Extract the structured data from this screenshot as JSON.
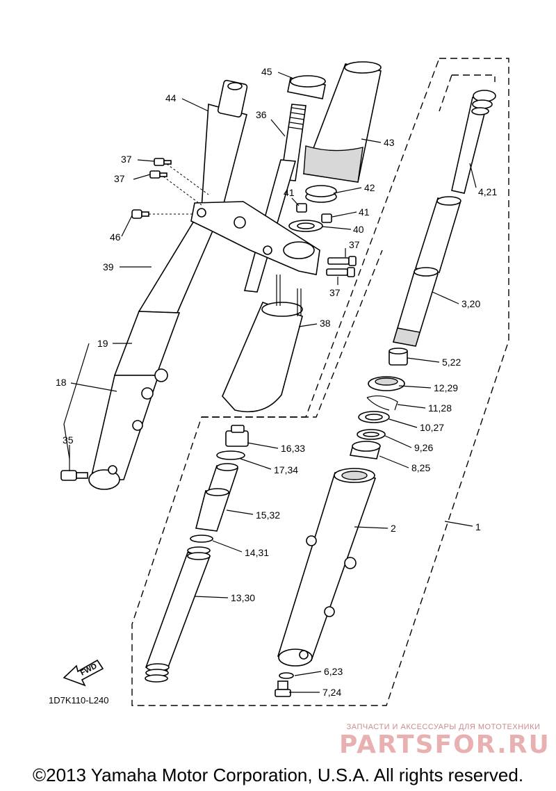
{
  "diagram_code": "1D7K110-L240",
  "fwd_label": "FWD",
  "copyright": "©2013 Yamaha Motor Corporation, U.S.A. All rights reserved.",
  "watermark": {
    "subtitle": "ЗАПЧАСТИ И АКСЕССУАРЫ ДЛЯ МОТОТЕХНИКИ",
    "brand": "PARTSFOR.RU"
  },
  "callouts": {
    "c45": "45",
    "c44": "44",
    "c36": "36",
    "c43": "43",
    "c37a": "37",
    "c37b": "37",
    "c37c": "37",
    "c37d": "37",
    "c41a": "41",
    "c41b": "41",
    "c42": "42",
    "c40": "40",
    "c46": "46",
    "c39": "39",
    "c38": "38",
    "c19": "19",
    "c18": "18",
    "c35": "35",
    "c4_21": "4,21",
    "c3_20": "3,20",
    "c5_22": "5,22",
    "c12_29": "12,29",
    "c11_28": "11,28",
    "c10_27": "10,27",
    "c9_26": "9,26",
    "c8_25": "8,25",
    "c16_33": "16,33",
    "c17_34": "17,34",
    "c15_32": "15,32",
    "c14_31": "14,31",
    "c13_30": "13,30",
    "c2": "2",
    "c1": "1",
    "c6_23": "6,23",
    "c7_24": "7,24"
  }
}
